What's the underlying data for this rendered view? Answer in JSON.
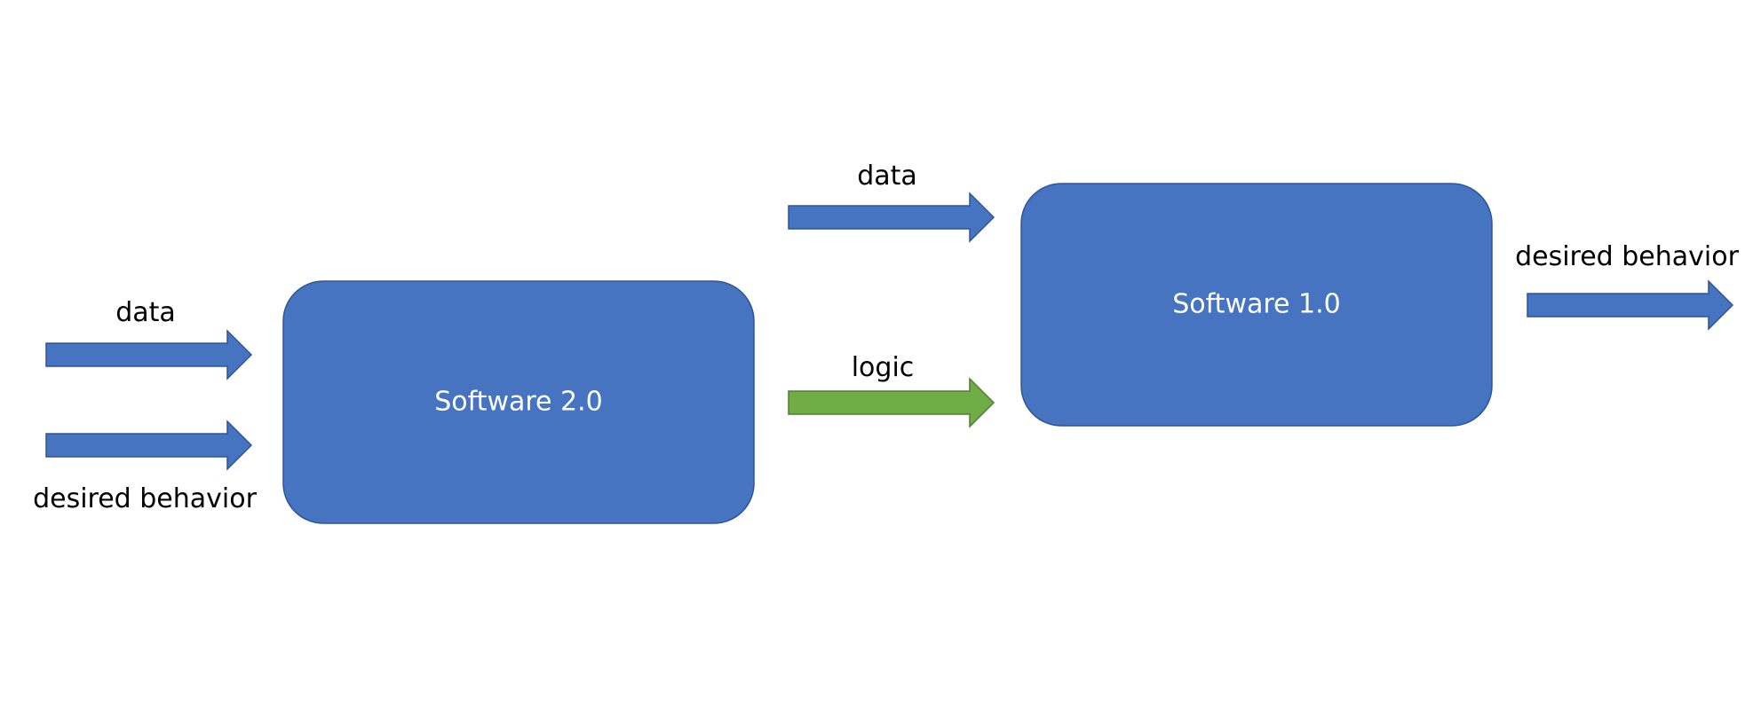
{
  "colors": {
    "box_fill": "#4674c1",
    "box_stroke": "#2f5597",
    "data_arrow_fill": "#4674c1",
    "data_arrow_stroke": "#2f5597",
    "logic_arrow_fill": "#70ad47",
    "logic_arrow_stroke": "#507e32"
  },
  "nodes": {
    "software_2": {
      "label": "Software 2.0"
    },
    "software_1": {
      "label": "Software 1.0"
    }
  },
  "edges": {
    "s2_in_data": {
      "label": "data"
    },
    "s2_in_behavior": {
      "label": "desired behavior"
    },
    "s1_in_data": {
      "label": "data"
    },
    "s1_in_logic": {
      "label": "logic"
    },
    "s1_out_behavior": {
      "label": "desired behavior"
    }
  }
}
